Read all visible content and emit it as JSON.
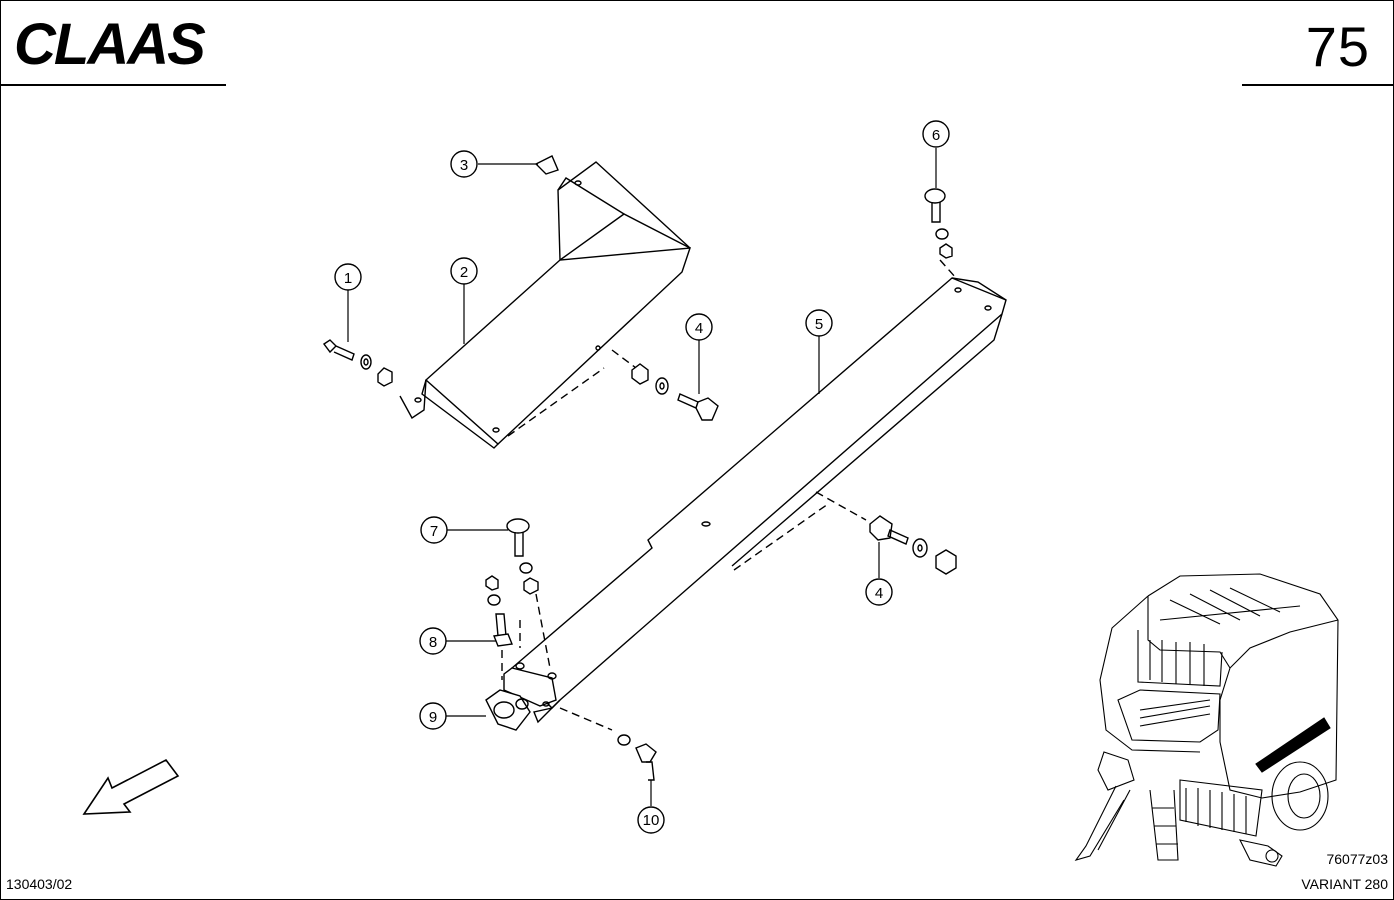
{
  "header": {
    "brand": "CLAAS",
    "page_number": "75"
  },
  "callouts": [
    {
      "label": "1"
    },
    {
      "label": "2"
    },
    {
      "label": "3"
    },
    {
      "label": "4"
    },
    {
      "label": "5"
    },
    {
      "label": "6"
    },
    {
      "label": "7"
    },
    {
      "label": "4"
    },
    {
      "label": "8"
    },
    {
      "label": "9"
    },
    {
      "label": "10"
    }
  ],
  "footer": {
    "doc_code": "130403/02",
    "drawing_code": "76077z03",
    "model": "VARIANT 280"
  },
  "colors": {
    "line": "#000000",
    "background": "#ffffff"
  }
}
